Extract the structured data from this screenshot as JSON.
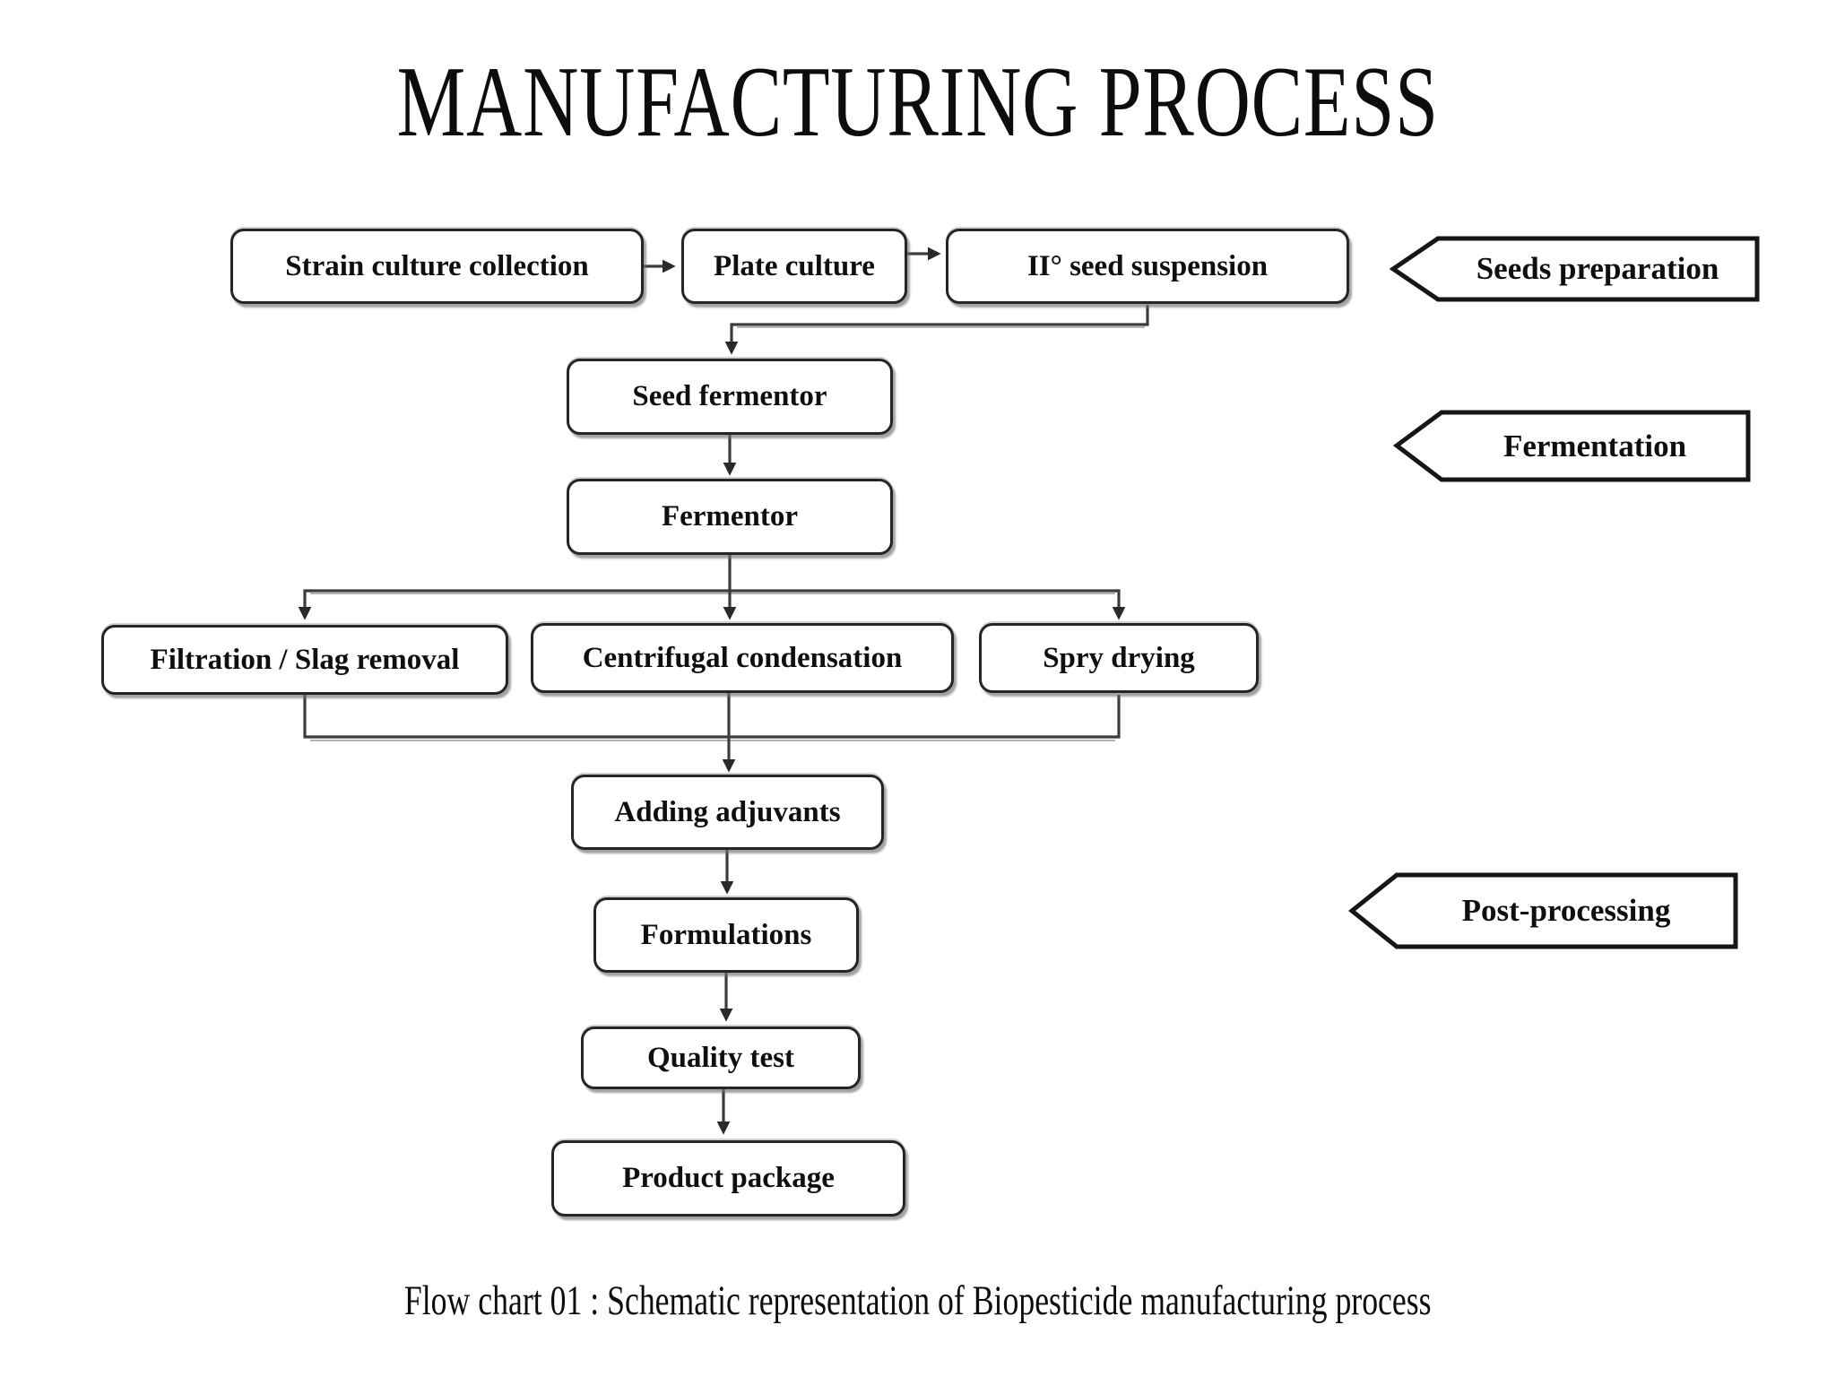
{
  "title": "MANUFACTURING PROCESS",
  "caption": "Flow chart 01 : Schematic representation of Biopesticide manufacturing process",
  "nodes": {
    "strain": {
      "label": "Strain culture collection"
    },
    "plate": {
      "label": "Plate culture"
    },
    "seed_susp": {
      "label": "II° seed suspension"
    },
    "seed_ferm": {
      "label": "Seed fermentor"
    },
    "fermentor": {
      "label": "Fermentor"
    },
    "filtration": {
      "label": "Filtration / Slag removal"
    },
    "centrifugal": {
      "label": "Centrifugal condensation"
    },
    "spry": {
      "label": "Spry drying"
    },
    "adjuvants": {
      "label": "Adding adjuvants"
    },
    "formulations": {
      "label": "Formulations"
    },
    "quality": {
      "label": "Quality test"
    },
    "package": {
      "label": "Product package"
    }
  },
  "stages": {
    "seeds_prep": {
      "label": "Seeds preparation"
    },
    "fermentation": {
      "label": "Fermentation"
    },
    "post_processing": {
      "label": "Post-processing"
    }
  },
  "edges": [
    {
      "from": "strain",
      "to": "plate"
    },
    {
      "from": "plate",
      "to": "seed_susp"
    },
    {
      "from": "seed_susp",
      "to": "seed_ferm"
    },
    {
      "from": "seed_ferm",
      "to": "fermentor"
    },
    {
      "from": "fermentor",
      "to": "filtration"
    },
    {
      "from": "fermentor",
      "to": "centrifugal"
    },
    {
      "from": "fermentor",
      "to": "spry"
    },
    {
      "from": "filtration",
      "to": "adjuvants"
    },
    {
      "from": "centrifugal",
      "to": "adjuvants"
    },
    {
      "from": "spry",
      "to": "adjuvants"
    },
    {
      "from": "adjuvants",
      "to": "formulations"
    },
    {
      "from": "formulations",
      "to": "quality"
    },
    {
      "from": "quality",
      "to": "package"
    }
  ],
  "colors": {
    "background": "#ffffff",
    "node_border": "#252525",
    "stage_border": "#161616",
    "text": "#0f0f0f",
    "connector": "#3c3c3c",
    "shadow": "#6e6e6e"
  }
}
